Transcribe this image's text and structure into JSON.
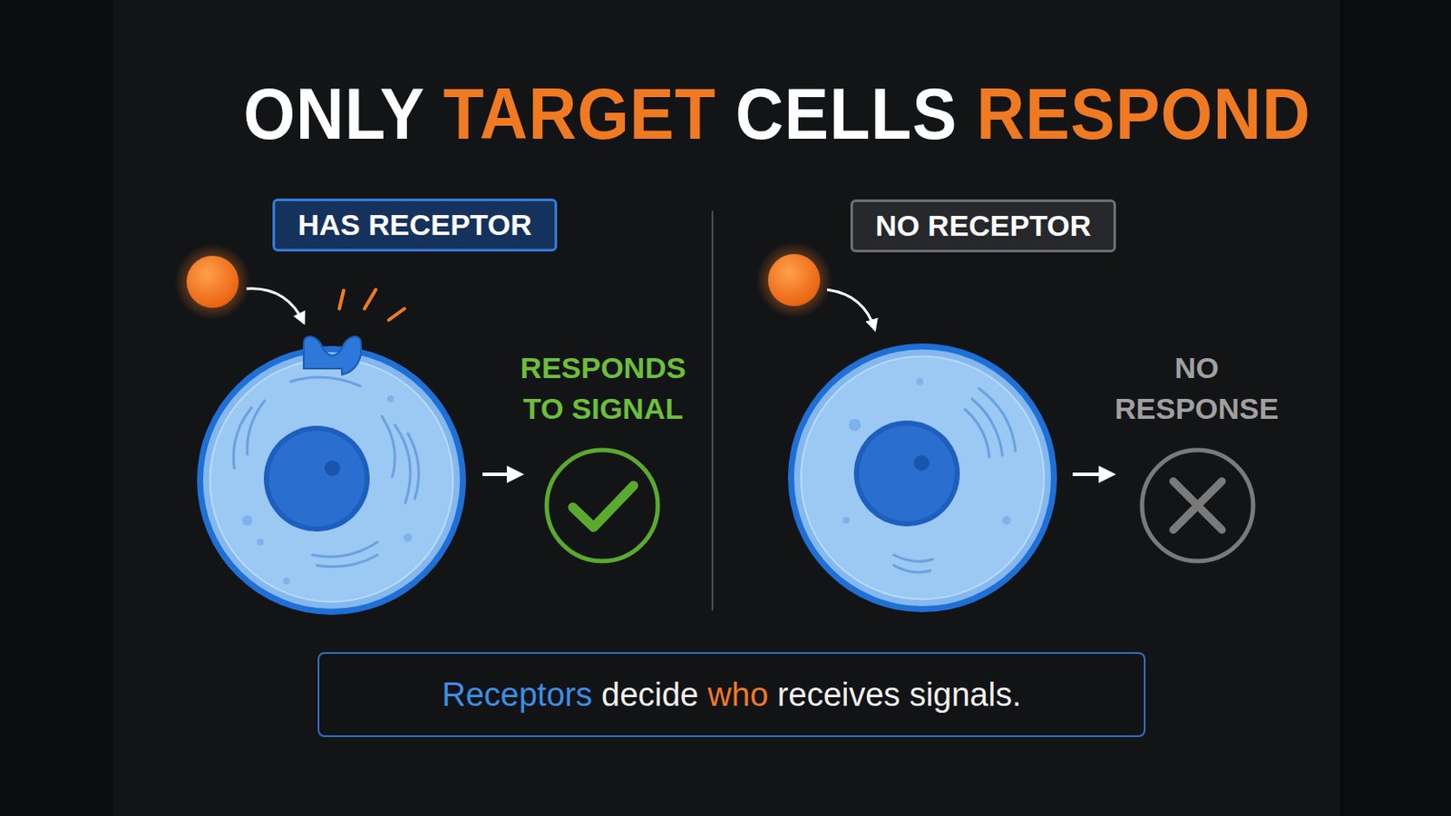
{
  "diagram": {
    "title": "ONLY TARGET CELLS RESPOND",
    "caption": "Receptors decide who receives signals.",
    "nodes": [
      {
        "text": [
          "HAS RECEPTOR"
        ]
      },
      {
        "text": [
          "NO RECEPTOR"
        ]
      }
    ],
    "labels": [
      "RESPONDS TO SIGNAL",
      "NO RESPONSE"
    ]
  }
}
